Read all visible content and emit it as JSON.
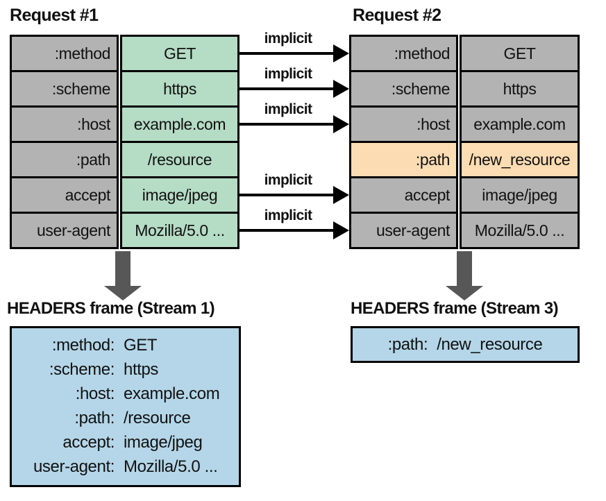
{
  "palette": {
    "label_gray": "#b3b3b3",
    "value_green": "#b5dcc5",
    "highlight_orange": "#fcdcb2",
    "frame_blue": "#b4d6e8",
    "down_arrow_gray": "#575757",
    "border_black": "#000000"
  },
  "request1": {
    "title": "Request #1",
    "rows": [
      {
        "name": ":method",
        "value": "GET"
      },
      {
        "name": ":scheme",
        "value": "https"
      },
      {
        "name": ":host",
        "value": "example.com"
      },
      {
        "name": ":path",
        "value": "/resource"
      },
      {
        "name": "accept",
        "value": "image/jpeg"
      },
      {
        "name": "user-agent",
        "value": "Mozilla/5.0 ..."
      }
    ]
  },
  "request2": {
    "title": "Request #2",
    "rows": [
      {
        "name": ":method",
        "value": "GET",
        "highlighted": false
      },
      {
        "name": ":scheme",
        "value": "https",
        "highlighted": false
      },
      {
        "name": ":host",
        "value": "example.com",
        "highlighted": false
      },
      {
        "name": ":path",
        "value": "/new_resource",
        "highlighted": true
      },
      {
        "name": "accept",
        "value": "image/jpeg",
        "highlighted": false
      },
      {
        "name": "user-agent",
        "value": "Mozilla/5.0 ...",
        "highlighted": false
      }
    ]
  },
  "arrows": {
    "label": "implicit",
    "count": 5,
    "connected_rows": [
      ":method",
      ":scheme",
      ":host",
      "accept",
      "user-agent"
    ]
  },
  "frame1": {
    "title": "HEADERS frame (Stream 1)",
    "lines": [
      {
        "key": ":method:",
        "value": "GET"
      },
      {
        "key": ":scheme:",
        "value": "https"
      },
      {
        "key": ":host:",
        "value": "example.com"
      },
      {
        "key": ":path:",
        "value": "/resource"
      },
      {
        "key": "accept:",
        "value": "image/jpeg"
      },
      {
        "key": "user-agent:",
        "value": "Mozilla/5.0 ..."
      }
    ]
  },
  "frame3": {
    "title": "HEADERS frame (Stream 3)",
    "lines": [
      {
        "key": ":path:",
        "value": "/new_resource"
      }
    ]
  }
}
